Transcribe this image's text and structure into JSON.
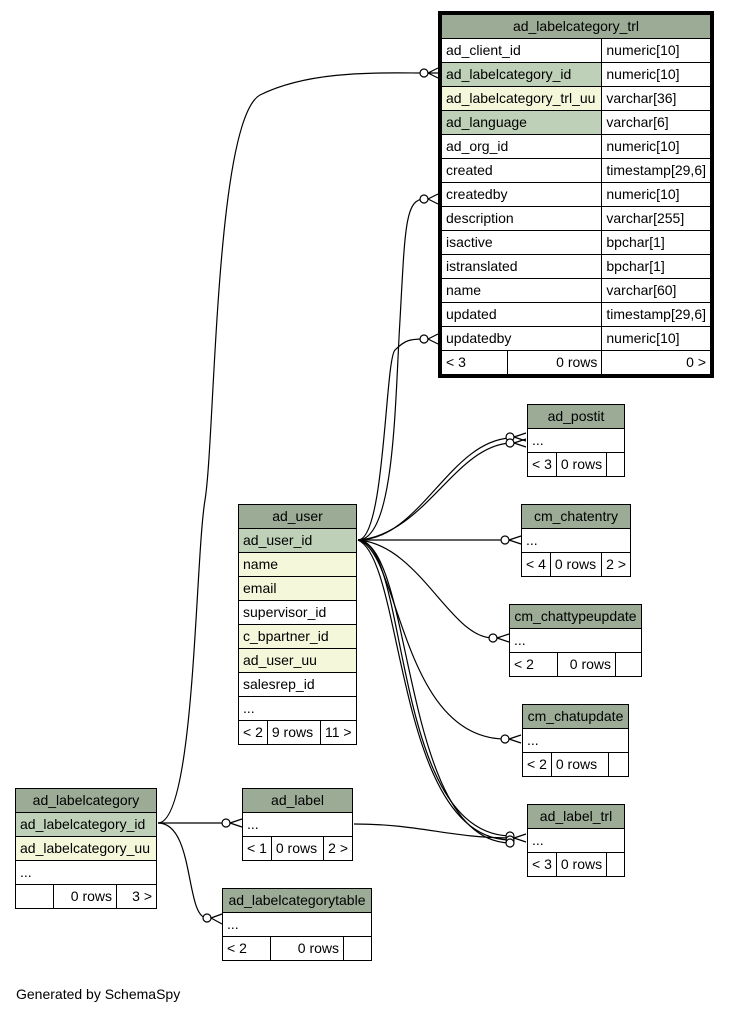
{
  "tables": {
    "ad_labelcategory_trl": {
      "title": "ad_labelcategory_trl",
      "columns": [
        {
          "name": "ad_client_id",
          "type": "numeric[10]"
        },
        {
          "name": "ad_labelcategory_id",
          "type": "numeric[10]"
        },
        {
          "name": "ad_labelcategory_trl_uu",
          "type": "varchar[36]"
        },
        {
          "name": "ad_language",
          "type": "varchar[6]"
        },
        {
          "name": "ad_org_id",
          "type": "numeric[10]"
        },
        {
          "name": "created",
          "type": "timestamp[29,6]"
        },
        {
          "name": "createdby",
          "type": "numeric[10]"
        },
        {
          "name": "description",
          "type": "varchar[255]"
        },
        {
          "name": "isactive",
          "type": "bpchar[1]"
        },
        {
          "name": "istranslated",
          "type": "bpchar[1]"
        },
        {
          "name": "name",
          "type": "varchar[60]"
        },
        {
          "name": "updated",
          "type": "timestamp[29,6]"
        },
        {
          "name": "updatedby",
          "type": "numeric[10]"
        }
      ],
      "footer": {
        "parents": "< 3",
        "rows": "0 rows",
        "children": "0 >"
      }
    },
    "ad_postit": {
      "title": "ad_postit",
      "columns": [
        "..."
      ],
      "footer": {
        "parents": "< 3",
        "rows": "0 rows",
        "children": ""
      }
    },
    "cm_chatentry": {
      "title": "cm_chatentry",
      "columns": [
        "..."
      ],
      "footer": {
        "parents": "< 4",
        "rows": "0 rows",
        "children": "2 >"
      }
    },
    "cm_chattypeupdate": {
      "title": "cm_chattypeupdate",
      "columns": [
        "..."
      ],
      "footer": {
        "parents": "< 2",
        "rows": "0 rows",
        "children": ""
      }
    },
    "cm_chatupdate": {
      "title": "cm_chatupdate",
      "columns": [
        "..."
      ],
      "footer": {
        "parents": "< 2",
        "rows": "0 rows",
        "children": ""
      }
    },
    "ad_label_trl": {
      "title": "ad_label_trl",
      "columns": [
        "..."
      ],
      "footer": {
        "parents": "< 3",
        "rows": "0 rows",
        "children": ""
      }
    },
    "ad_user": {
      "title": "ad_user",
      "columns": [
        "ad_user_id",
        "name",
        "email",
        "supervisor_id",
        "c_bpartner_id",
        "ad_user_uu",
        "salesrep_id",
        "..."
      ],
      "footer": {
        "parents": "< 2",
        "rows": "9 rows",
        "children": "11 >"
      }
    },
    "ad_label": {
      "title": "ad_label",
      "columns": [
        "..."
      ],
      "footer": {
        "parents": "< 1",
        "rows": "0 rows",
        "children": "2 >"
      }
    },
    "ad_labelcategory": {
      "title": "ad_labelcategory",
      "columns": [
        "ad_labelcategory_id",
        "ad_labelcategory_uu",
        "..."
      ],
      "footer": {
        "parents": "",
        "rows": "0 rows",
        "children": "3 >"
      }
    },
    "ad_labelcategorytable": {
      "title": "ad_labelcategorytable",
      "columns": [
        "..."
      ],
      "footer": {
        "parents": "< 2",
        "rows": "0 rows",
        "children": ""
      }
    }
  },
  "colors": {
    "header": "#9bab96",
    "primary_key": "#bed1b8",
    "indexed": "#f4f7da"
  },
  "generated_by": "Generated by SchemaSpy"
}
